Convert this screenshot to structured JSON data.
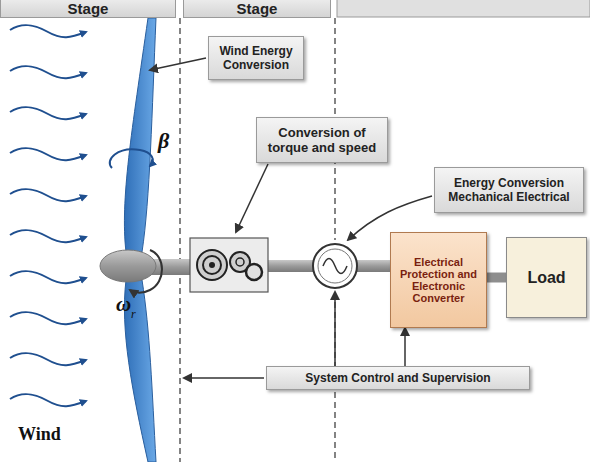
{
  "diagram": {
    "nodes": [
      {
        "text": [
          "Stage"
        ]
      },
      {
        "text": [
          "Stage"
        ]
      },
      {
        "text": [
          "Wind Energy Conversion"
        ]
      },
      {
        "text": [
          "Conversion of torque and speed"
        ]
      },
      {
        "text": [
          "Energy Conversion Mechanical Electrical"
        ]
      },
      {
        "text": [
          "Electrical Protection and Electronic Converter"
        ]
      },
      {
        "text": [
          "Load"
        ]
      },
      {
        "text": [
          "System Control and Supervision"
        ]
      }
    ],
    "edges": [
      {
        "from": 7,
        "to": 5,
        "arrow": "to"
      },
      {
        "from": 5,
        "to": 6,
        "arrow": "none"
      }
    ],
    "labels": [
      "β",
      "ω",
      "r",
      "Wind"
    ]
  }
}
